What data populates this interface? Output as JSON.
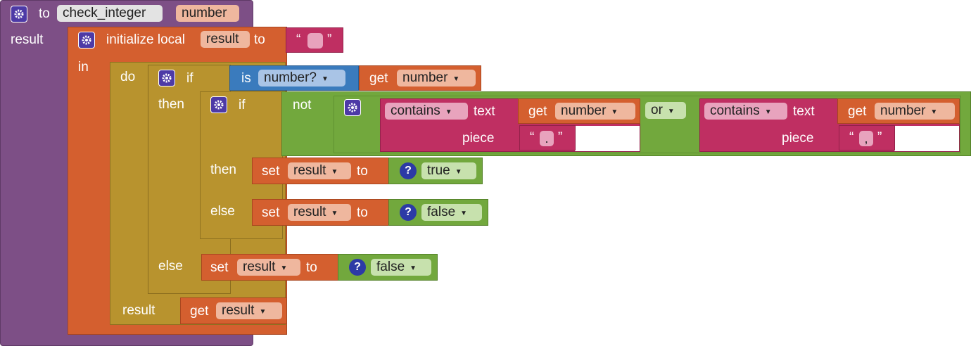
{
  "procedure": {
    "keyword_to": "to",
    "name": "check_integer",
    "param": "number",
    "result_label": "result"
  },
  "local": {
    "label": "initialize local",
    "var": "result",
    "to": "to",
    "in": "in",
    "init_value": ""
  },
  "outer_if": {
    "do": "do",
    "if": "if",
    "then": "then",
    "else": "else",
    "result": "result"
  },
  "is_number": {
    "label": "is",
    "option": "number?"
  },
  "get_number": {
    "get": "get",
    "var": "number"
  },
  "inner_if": {
    "if": "if",
    "then": "then",
    "else": "else"
  },
  "not_label": "not",
  "contains_1": {
    "option": "contains",
    "text": "text",
    "piece": "piece",
    "value": "."
  },
  "or_label": "or",
  "contains_2": {
    "option": "contains",
    "text": "text",
    "piece": "piece",
    "value": ","
  },
  "set_true": {
    "set": "set",
    "var": "result",
    "to": "to",
    "value": "true"
  },
  "set_false_1": {
    "set": "set",
    "var": "result",
    "to": "to",
    "value": "false"
  },
  "set_false_2": {
    "set": "set",
    "var": "result",
    "to": "to",
    "value": "false"
  },
  "get_result": {
    "get": "get",
    "var": "result"
  },
  "icons": {
    "mutator": "gear-icon",
    "help": "question-icon",
    "dropdown": "triangle-down-icon"
  },
  "colors": {
    "procedure": "#7d4f86",
    "variables": "#d45f2f",
    "control": "#b8932e",
    "math": "#3a7bbd",
    "text": "#bf2f62",
    "logic": "#72a83d"
  }
}
